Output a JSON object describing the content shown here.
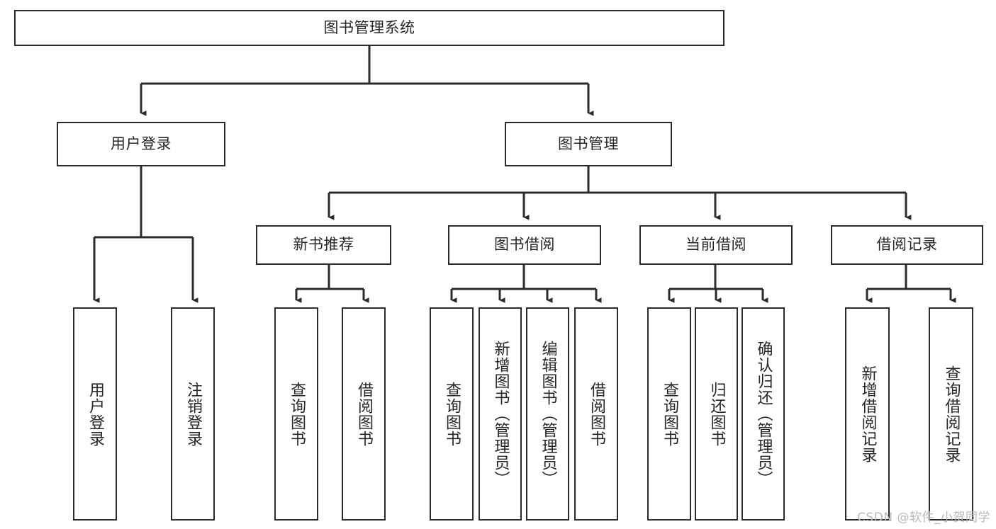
{
  "diagram": {
    "title": "图书管理系统",
    "stroke_color": "#2b2b2b",
    "text_color": "#262626",
    "background_color": "#ffffff",
    "watermark": "CSDN @软件_小贺同学",
    "nodes": {
      "root": "图书管理系统",
      "l1": [
        "用户登录",
        "图书管理"
      ],
      "l2": [
        "新书推荐",
        "图书借阅",
        "当前借阅",
        "借阅记录"
      ],
      "leaves": {
        "user_login": [
          "用户登录",
          "注销登录"
        ],
        "new_book_recommend": [
          "查询图书",
          "借阅图书"
        ],
        "book_borrow": [
          "查询图书",
          "新增图书（管理员）",
          "编辑图书（管理员）",
          "借阅图书"
        ],
        "current_borrow": [
          "查询图书",
          "归还图书",
          "确认归还（管理员）"
        ],
        "borrow_record": [
          "新增借阅记录",
          "查询借阅记录"
        ]
      }
    }
  }
}
